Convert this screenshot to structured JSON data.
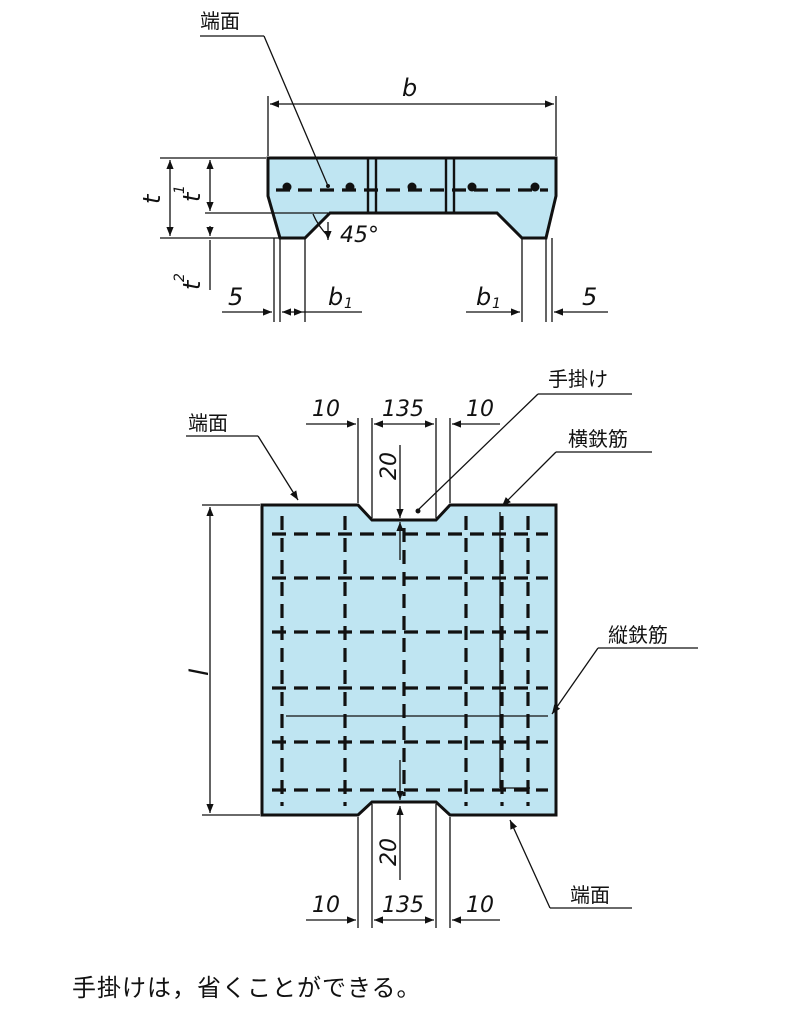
{
  "top_view": {
    "label_end_face": "端面",
    "dim_b": "b",
    "dim_t": "t",
    "dim_t1": "t",
    "dim_t1_sub": "1",
    "dim_t2": "t",
    "dim_t2_sub": "2",
    "angle": "45°",
    "dim_5_left": "5",
    "dim_5_right": "5",
    "dim_b1_left": "b",
    "dim_b1_left_sub": "1",
    "dim_b1_right": "b",
    "dim_b1_right_sub": "1"
  },
  "plan_view": {
    "label_end_face_top": "端面",
    "label_end_face_bottom": "端面",
    "label_handle": "手掛け",
    "label_transverse_bar": "横鉄筋",
    "label_longitudinal_bar": "縦鉄筋",
    "dim_l": "l",
    "top_dims": [
      "10",
      "135",
      "10"
    ],
    "bottom_dims": [
      "10",
      "135",
      "10"
    ],
    "dim_20_top": "20",
    "dim_20_bottom": "20"
  },
  "note": "手掛けは，省くことができる。"
}
